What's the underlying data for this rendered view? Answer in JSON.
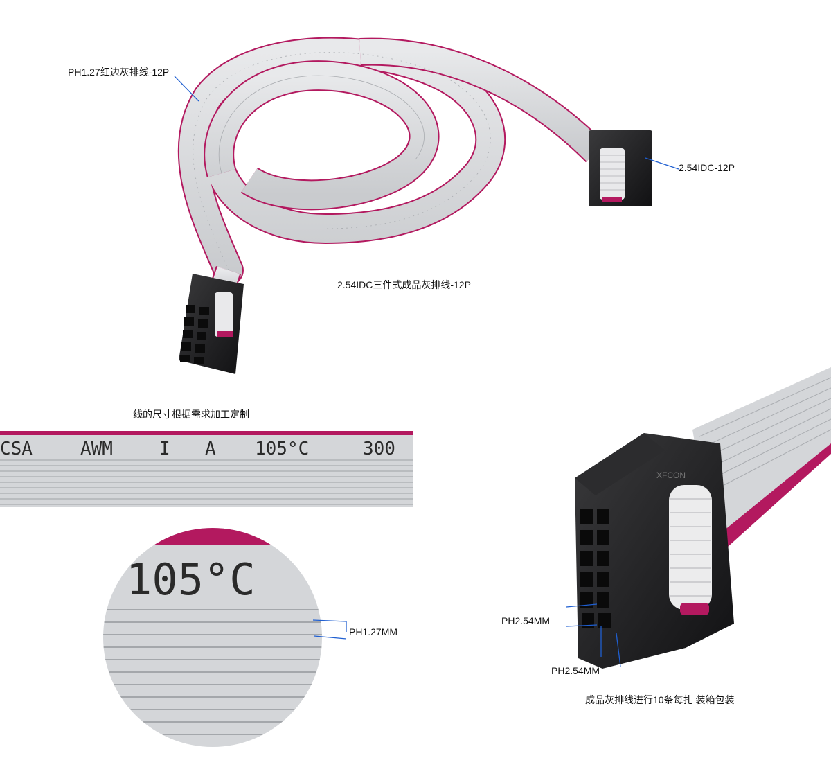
{
  "labels": {
    "cable_type": "PH1.27红边灰排线-12P",
    "connector": "2.54IDC-12P",
    "product_name": "2.54IDC三件式成品灰排线-12P",
    "custom_length": "线的尺寸根据需求加工定制",
    "pitch_cable": "PH1.27MM",
    "pitch_row": "PH2.54MM",
    "pitch_col": "PH2.54MM",
    "packaging": "成品灰排线进行10条每扎 装箱包装"
  },
  "cable_print": {
    "csa": "CSA",
    "awm": "AWM",
    "one": "I",
    "a": "A",
    "temp": "105°C",
    "volt": "300",
    "zoom_temp": "105°C"
  },
  "watermark": "XFCON",
  "colors": {
    "cable_gray": "#d4d6d9",
    "cable_line": "#a9acb0",
    "red_edge": "#b3195f",
    "connector_black": "#1c1c1e",
    "leader_blue": "#1f5fd1"
  }
}
